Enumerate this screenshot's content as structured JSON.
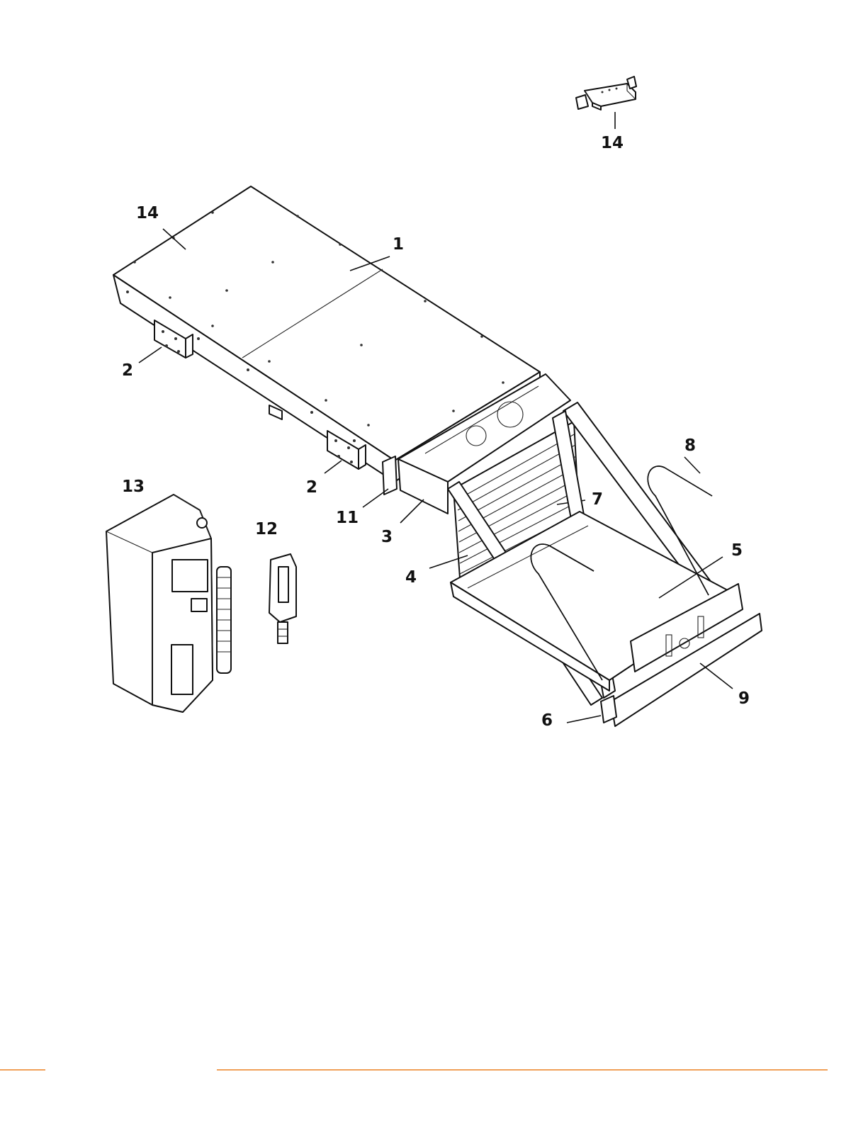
{
  "callouts": {
    "c14_top": "14",
    "c14": "14",
    "c1": "1",
    "c2a": "2",
    "c2b": "2",
    "c13": "13",
    "c12": "12",
    "c11": "11",
    "c3": "3",
    "c4": "4",
    "c7": "7",
    "c8": "8",
    "c5": "5",
    "c9": "9",
    "c6": "6"
  },
  "colors": {
    "footer_rule": "#f0a058",
    "ink": "#111111"
  }
}
